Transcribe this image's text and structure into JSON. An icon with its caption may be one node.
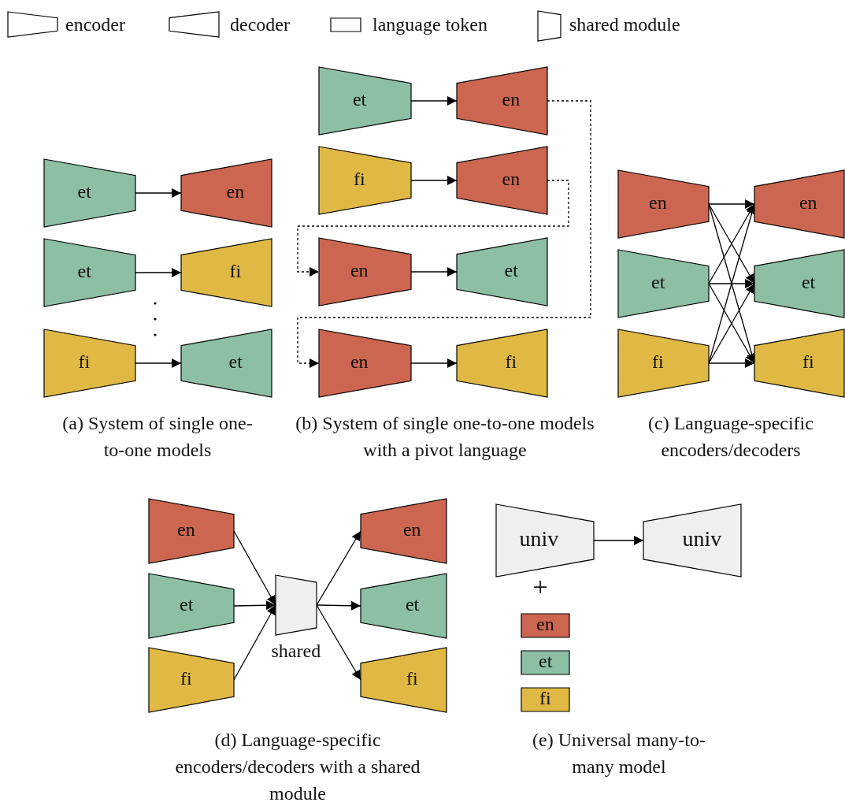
{
  "diagram": {
    "nodes": [
      {
        "text": [
          "et"
        ]
      },
      {
        "text": [
          "en"
        ]
      },
      {
        "text": [
          "et"
        ]
      },
      {
        "text": [
          "fi"
        ]
      },
      {
        "text": [
          "fi"
        ]
      },
      {
        "text": [
          "et"
        ]
      },
      {
        "text": [
          "et"
        ]
      },
      {
        "text": [
          "en"
        ]
      },
      {
        "text": [
          "fi"
        ]
      },
      {
        "text": [
          "en"
        ]
      },
      {
        "text": [
          "en"
        ]
      },
      {
        "text": [
          "et"
        ]
      },
      {
        "text": [
          "en"
        ]
      },
      {
        "text": [
          "fi"
        ]
      },
      {
        "text": [
          "en"
        ]
      },
      {
        "text": [
          "et"
        ]
      },
      {
        "text": [
          "fi"
        ]
      },
      {
        "text": [
          "en"
        ]
      },
      {
        "text": [
          "et"
        ]
      },
      {
        "text": [
          "fi"
        ]
      },
      {
        "text": [
          "en"
        ]
      },
      {
        "text": [
          "et"
        ]
      },
      {
        "text": [
          "fi"
        ]
      },
      {
        "text": [
          "shared"
        ]
      },
      {
        "text": [
          "en"
        ]
      },
      {
        "text": [
          "et"
        ]
      },
      {
        "text": [
          "fi"
        ]
      },
      {
        "text": [
          "univ"
        ]
      },
      {
        "text": [
          "univ"
        ]
      },
      {
        "text": [
          "en"
        ]
      },
      {
        "text": [
          "et"
        ]
      },
      {
        "text": [
          "fi"
        ]
      }
    ],
    "edges": [
      {
        "from": 0,
        "to": 1,
        "arrow": "to"
      },
      {
        "from": 2,
        "to": 3,
        "arrow": "to"
      },
      {
        "from": 4,
        "to": 5,
        "arrow": "to"
      },
      {
        "from": 6,
        "to": 7,
        "arrow": "to"
      },
      {
        "from": 8,
        "to": 9,
        "arrow": "to"
      },
      {
        "from": 9,
        "to": 10,
        "arrow": "to",
        "style": "dashed"
      },
      {
        "from": 10,
        "to": 11,
        "arrow": "to"
      },
      {
        "from": 7,
        "to": 12,
        "arrow": "to",
        "style": "dashed"
      },
      {
        "from": 12,
        "to": 13,
        "arrow": "to"
      },
      {
        "from": 14,
        "to": 17,
        "arrow": "to"
      },
      {
        "from": 14,
        "to": 18,
        "arrow": "to"
      },
      {
        "from": 14,
        "to": 19,
        "arrow": "to"
      },
      {
        "from": 15,
        "to": 17,
        "arrow": "to"
      },
      {
        "from": 15,
        "to": 18,
        "arrow": "to"
      },
      {
        "from": 15,
        "to": 19,
        "arrow": "to"
      },
      {
        "from": 16,
        "to": 17,
        "arrow": "to"
      },
      {
        "from": 16,
        "to": 18,
        "arrow": "to"
      },
      {
        "from": 16,
        "to": 19,
        "arrow": "to"
      },
      {
        "from": 20,
        "to": 23,
        "arrow": "to"
      },
      {
        "from": 21,
        "to": 23,
        "arrow": "to"
      },
      {
        "from": 22,
        "to": 23,
        "arrow": "to"
      },
      {
        "from": 23,
        "to": 24,
        "arrow": "to"
      },
      {
        "from": 23,
        "to": 25,
        "arrow": "to"
      },
      {
        "from": 23,
        "to": 26,
        "arrow": "to"
      },
      {
        "from": 27,
        "to": 28,
        "arrow": "to"
      }
    ],
    "labels": [
      "(a) System of single one-to-one models",
      "(b) System of single one-to-one models with a pivot language",
      "(c) Language-specific encoders/decoders",
      "+",
      "(d) Language-specific encoders/decoders with a shared module",
      "(e) Universal many-to-many model"
    ],
    "legend": [
      {
        "text": "encoder"
      },
      {
        "text": "decoder"
      },
      {
        "text": "language token"
      },
      {
        "text": "shared module"
      }
    ]
  }
}
